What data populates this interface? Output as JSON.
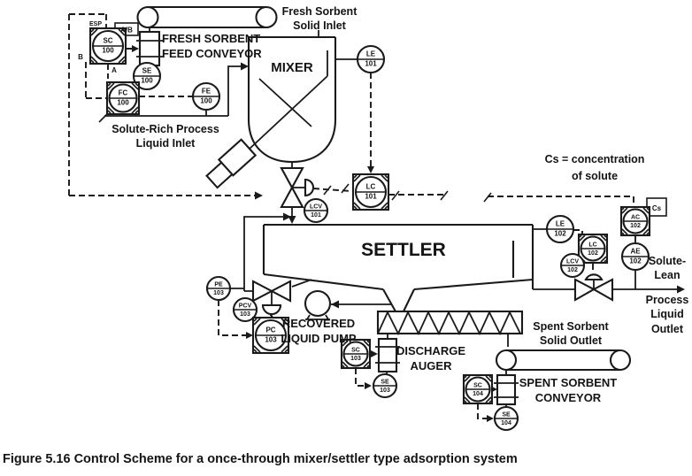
{
  "colors": {
    "ink": "#1a1a1a",
    "background": "#ffffff"
  },
  "caption": "Figure 5.16 Control Scheme for a once-through mixer/settler type adsorption system",
  "labels": {
    "fresh_conveyor_line1": "FRESH SORBENT",
    "fresh_conveyor_line2": "FEED CONVEYOR",
    "fresh_inlet_line1": "Fresh Sorbent",
    "fresh_inlet_line2": "Solid Inlet",
    "mixer": "MIXER",
    "settler": "SETTLER",
    "solute_rich_line1": "Solute-Rich Process",
    "solute_rich_line2": "Liquid Inlet",
    "cs_note_line1": "Cs = concentration",
    "cs_note_line2": "of solute",
    "recovered_pump_line1": "RECOVERED",
    "recovered_pump_line2": "LIQUID PUMP",
    "discharge_auger_line1": "DISCHARGE",
    "discharge_auger_line2": "AUGER",
    "spent_outlet_line1": "Spent Sorbent",
    "spent_outlet_line2": "Solid Outlet",
    "spent_conveyor_line1": "SPENT SORBENT",
    "spent_conveyor_line2": "CONVEYOR",
    "solute_lean_line1": "Solute-",
    "solute_lean_line2": "Lean",
    "solute_lean_line3": "Process",
    "solute_lean_line4": "Liquid",
    "solute_lean_line5": "Outlet",
    "esp": "ESP",
    "ab_selector": "A/B",
    "port_a": "A",
    "port_b": "B",
    "cs_sample_tag": "Cs"
  },
  "instruments": {
    "sc100": {
      "tag": "SC",
      "num": "100"
    },
    "se100": {
      "tag": "SE",
      "num": "100"
    },
    "fc100": {
      "tag": "FC",
      "num": "100"
    },
    "fe100": {
      "tag": "FE",
      "num": "100"
    },
    "le101": {
      "tag": "LE",
      "num": "101"
    },
    "lc101": {
      "tag": "LC",
      "num": "101"
    },
    "lcv101": {
      "tag": "LCV",
      "num": "101"
    },
    "le102": {
      "tag": "LE",
      "num": "102"
    },
    "lc102": {
      "tag": "LC",
      "num": "102"
    },
    "lcv102": {
      "tag": "LCV",
      "num": "102"
    },
    "ac102": {
      "tag": "AC",
      "num": "102"
    },
    "ae102": {
      "tag": "AE",
      "num": "102"
    },
    "pe103": {
      "tag": "PE",
      "num": "103"
    },
    "pcv103": {
      "tag": "PCV",
      "num": "103"
    },
    "pc103": {
      "tag": "PC",
      "num": "103"
    },
    "sc103": {
      "tag": "SC",
      "num": "103"
    },
    "se103": {
      "tag": "SE",
      "num": "103"
    },
    "sc104": {
      "tag": "SC",
      "num": "104"
    },
    "se104": {
      "tag": "SE",
      "num": "104"
    }
  }
}
